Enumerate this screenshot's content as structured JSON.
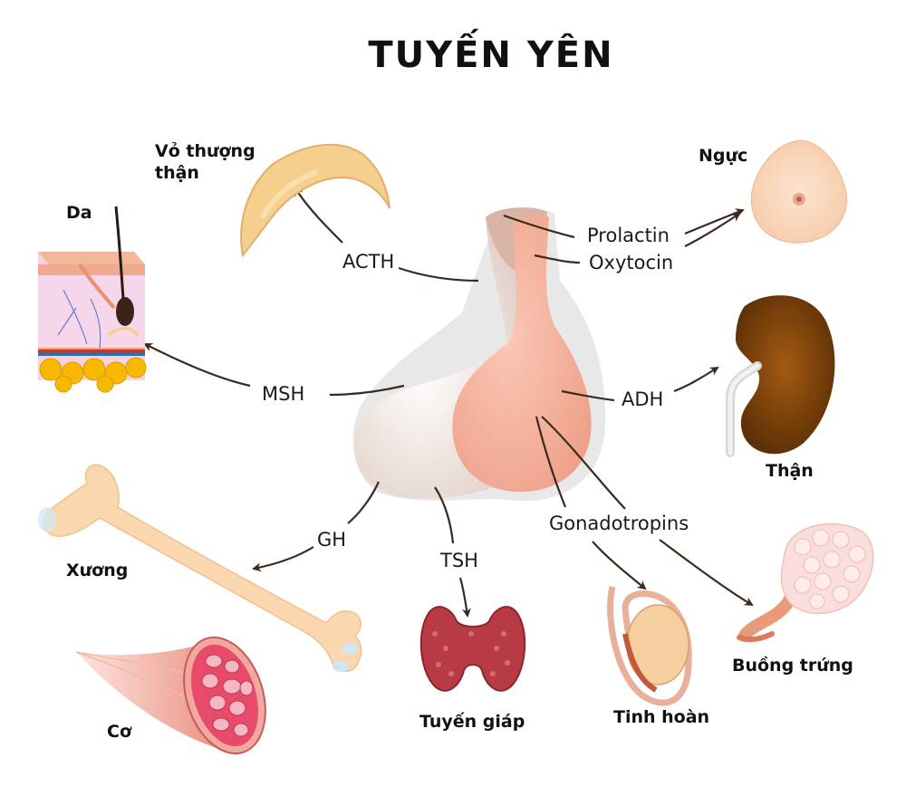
{
  "title": "TUYẾN YÊN",
  "colors": {
    "arrow": "#3a2a20",
    "gland_anterior": "#ead9cf",
    "gland_posterior": "#f2b3a0",
    "skin": "#f7d6b5"
  },
  "hormones": {
    "prolactin": "Prolactin",
    "oxytocin": "Oxytocin",
    "acth": "ACTH",
    "msh": "MSH",
    "adh": "ADH",
    "gh": "GH",
    "tsh": "TSH",
    "gonadotropins": "Gonadotropins"
  },
  "targets": {
    "adrenal_cortex": "Vỏ thượng\nthận",
    "skin": "Da",
    "breast": "Ngực",
    "kidney": "Thận",
    "bone": "Xương",
    "muscle": "Cơ",
    "thyroid": "Tuyến giáp",
    "testis": "Tinh hoàn",
    "ovary": "Buồng trứng"
  }
}
